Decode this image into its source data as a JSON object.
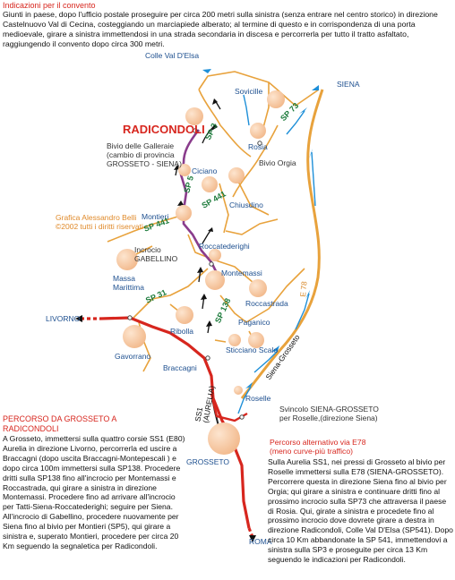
{
  "intro": {
    "title": "Indicazioni per il convento",
    "text": "Giunti in paese, dopo l'ufficio postale proseguire per circa 200 metri sulla sinistra (senza entrare nel centro storico) in direzione Castelnuovo Val di Cecina, costeggiando un marciapiede alberato; al termine di questo e in corrispondenza di una porta medioevale, girare a sinistra immettendosi in una strada secondaria in discesa e percorrerla per tutto il tratto asfaltato, raggiungendo il convento dopo circa 300 metri."
  },
  "map": {
    "destination": "RADICONDOLI",
    "places": {
      "colle": "Colle Val D'Elsa",
      "siena": "SIENA",
      "sovicille": "Sovicille",
      "rosia": "Rosia",
      "bivio_orgia": "Bivio Orgia",
      "galleraie": "Bivio delle Galleraie\n(cambio di provincia\nGROSSETO - SIENA)",
      "ciciano": "Ciciano",
      "chiusdino": "Chiusdino",
      "montieri": "Montieri",
      "credit": "Grafica Alessandro Belli\n©2002 tutti i diritti riservati",
      "roccatederighi": "Roccatederighi",
      "incrocio": "Incrocio\nGABELLINO",
      "montemassi": "Montemassi",
      "massa": "Massa\nMarittima",
      "roccastrada": "Roccastrada",
      "livorno": "LIVORNO",
      "paganico": "Paganico",
      "gavorrano": "Gavorrano",
      "ribolla": "Ribolla",
      "sticciano": "Sticciano Scalo",
      "braccagni": "Braccagni",
      "roselle": "Roselle",
      "svincolo": "Svincolo SIENA-GROSSETO\nper Roselle,(direzione Siena)",
      "grosseto": "GROSSETO",
      "roma": "ROMA"
    },
    "roads": {
      "sp3": "SP 3",
      "sp73": "SP 73",
      "sp5": "SP 5",
      "sp441a": "SP 441",
      "sp441b": "SP 441",
      "sp31": "SP 31",
      "sp138": "SP 138",
      "e78": "E 78",
      "siena_grosseto": "Siena-Grosseto",
      "ss1": "SS1\n(AURELIA)"
    },
    "colors": {
      "main_route": "#d7261e",
      "alt_route": "#1e8fd8",
      "secondary_road": "#e8a23c",
      "purple_route": "#8a3c8c",
      "town": "#f6c7a0"
    }
  },
  "route_grosseto": {
    "title": "PERCORSO DA GROSSETO A RADICONDOLI",
    "text": "A Grosseto, immettersi sulla quattro corsie SS1 (E80) Aurelia in direzione Livorno, percorrerla ed uscire a Braccagni (dopo uscita Braccagni-Montepescali ) e dopo circa 100m immettersi sulla SP138. Procedere dritti sulla SP138 fino all'incrocio per Montemassi e Roccastrada, qui girare a sinistra in direzione Montemassi. Procedere fino ad arrivare all'incrocio per Tatti-Siena-Roccatederighi; seguire per Siena. All'incrocio di Gabellino, procedere nuovamente per Siena fino al bivio per Montieri (SP5), qui girare a sinistra e, superato Montieri, procedere per circa 20 Km seguendo la segnaletica per Radicondoli."
  },
  "route_alt": {
    "title": "Percorso alternativo via E78\n(meno curve-più traffico)",
    "text": "Sulla Aurelia SS1, nei pressi di Grosseto al bivio per Roselle immettersi sulla E78 (SIENA-GROSSETO). Percorrere questa in direzione Siena fino al bivio per Orgia; qui girare a sinistra e continuare dritti fino al prossimo incrocio sulla SP73 che attraversa il paese di Rosia. Qui, girate a sinistra e procedete fino al prossimo incrocio dove dovrete girare a destra in direzione Radicondoli, Colle Val D'Elsa (SP541). Dopo circa 10 Km abbandonate la SP 541, immettendovi a sinistra sulla SP3 e proseguite per circa 13 Km seguendo le indicazioni per Radicondoli."
  }
}
